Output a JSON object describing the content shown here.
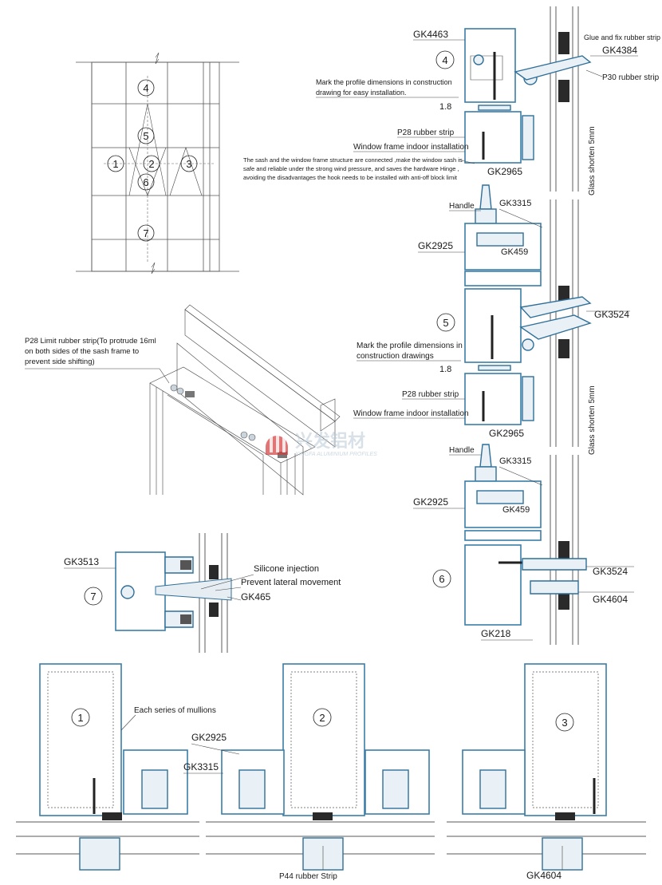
{
  "elevation": {
    "markers": [
      "1",
      "2",
      "3",
      "4",
      "5",
      "6",
      "7"
    ]
  },
  "sections": {
    "s4": {
      "number": "4",
      "profile_top": "GK4463",
      "glue_strip": "Glue and fix rubber strip",
      "gasket": "GK4384",
      "p30": "P30 rubber strip",
      "mark_note_1": "Mark the profile dimensions in construction",
      "mark_note_2": "drawing for easy installation.",
      "dim": "1.8",
      "p28": "P28 rubber strip",
      "indoor": "Window frame indoor installation",
      "sash_note_1": "The sash and the window frame structure are connected ,make the window sash is",
      "sash_note_2": "safe and reliable under the strong wind pressure, and saves the hardware Hinge ,",
      "sash_note_3": "avoiding the disadvantages the hook needs to be installed with anti-off block limit",
      "profile_bottom": "GK2965",
      "glass": "Glass shorten 5mm"
    },
    "s5": {
      "number": "5",
      "handle": "Handle",
      "gk3315": "GK3315",
      "gk2925": "GK2925",
      "gk459": "GK459",
      "gk3524": "GK3524",
      "mark_note_1": "Mark the profile dimensions in",
      "mark_note_2": "construction drawings",
      "dim": "1.8",
      "p28": "P28 rubber strip",
      "indoor": "Window frame indoor installation",
      "profile_bottom": "GK2965",
      "glass": "Glass shorten 5mm"
    },
    "s6": {
      "number": "6",
      "handle": "Handle",
      "gk3315": "GK3315",
      "gk2925": "GK2925",
      "gk459": "GK459",
      "gk3524": "GK3524",
      "gk4604": "GK4604",
      "gk218": "GK218"
    },
    "s7": {
      "number": "7",
      "profile": "GK3513",
      "silicone": "Silicone injection",
      "lateral": "Prevent lateral movement",
      "gk465": "GK465"
    },
    "iso": {
      "note_1": "P28 Limit rubber strip(To protrude 16ml",
      "note_2": "on both sides of the sash frame to",
      "note_3": "prevent side shifting)"
    },
    "mullions": {
      "n1": "1",
      "n2": "2",
      "n3": "3",
      "each_series": "Each series of mullions",
      "gk2925": "GK2925",
      "gk3315": "GK3315",
      "p44": "P44 rubber Strip",
      "gk4604": "GK4604"
    }
  },
  "watermark": {
    "brand": "兴发铝材",
    "sub": "XINGFA ALUMINIUM PROFILES"
  },
  "colors": {
    "profile_stroke": "#3a7da6",
    "watermark": "#b9c9d6",
    "logo_red": "#d23b3b"
  }
}
